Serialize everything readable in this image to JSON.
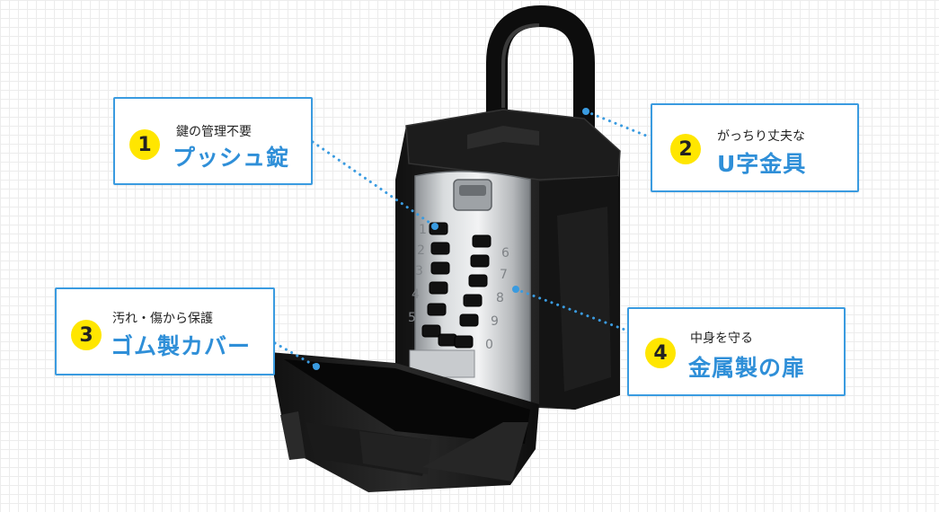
{
  "callouts": [
    {
      "number": "1",
      "subtitle": "鍵の管理不要",
      "title": "プッシュ錠"
    },
    {
      "number": "2",
      "subtitle": "がっちり丈夫な",
      "title": "U字金具"
    },
    {
      "number": "3",
      "subtitle": "汚れ・傷から保護",
      "title": "ゴム製カバー"
    },
    {
      "number": "4",
      "subtitle": "中身を守る",
      "title": "金属製の扉"
    }
  ],
  "keypad": {
    "left_digits": [
      "1",
      "2",
      "3",
      "4",
      "5"
    ],
    "right_digits": [
      "6",
      "7",
      "8",
      "9",
      "0"
    ]
  },
  "colors": {
    "accent_blue": "#2f8fd8",
    "badge_yellow": "#ffe600",
    "leader_dots": "#3a9be0"
  }
}
